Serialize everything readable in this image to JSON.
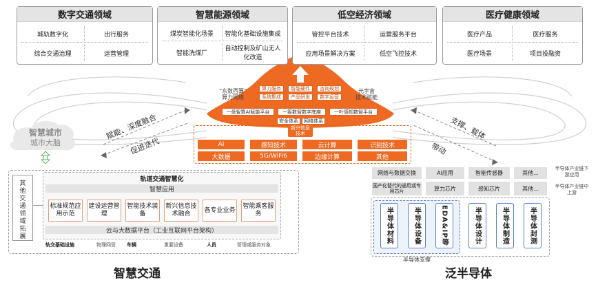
{
  "domains": [
    {
      "title": "数字交通领域",
      "items": [
        "城轨数字化",
        "出行服务",
        "综合交通治理",
        "运营管理"
      ]
    },
    {
      "title": "智慧能源领域",
      "items": [
        "煤炭智能化场景",
        "智能化基础设施集成",
        "智能洗煤厂",
        "自动控制及矿山无人化改造"
      ]
    },
    {
      "title": "低空经济领域",
      "items": [
        "管控平台技术",
        "运营服务平台",
        "应用场景解决方案",
        "低空飞控技术"
      ]
    },
    {
      "title": "医疗健康领域",
      "items": [
        "医疗产品",
        "医疗服务",
        "医疗场景",
        "项目投融资"
      ]
    }
  ],
  "core": {
    "services": [
      "算力服务",
      "智能硬件",
      "咨询规划",
      "系统集成",
      "产品研发",
      "数字运营"
    ],
    "left_side": "“东数西算”\n算力网络",
    "right_side": "元宇宙\n技术赋能",
    "platforms": [
      "一盘智算AI赋能平台",
      "一筹数智数字底座",
      "一叶感知数智平台"
    ],
    "systems": [
      "安全体系",
      "网络体系"
    ],
    "tech_label": "新兴信息\n技术",
    "techs": [
      "AI",
      "感知技术",
      "云计算",
      "识别技术",
      "大数据",
      "5G/WiFi6",
      "边缘计算",
      "其他"
    ]
  },
  "arrows": {
    "empower": "赋能、深度融合",
    "iterate": "促进迭代",
    "support": "支撑、载体",
    "drive": "带动"
  },
  "city_brain": {
    "line1": "智慧城市",
    "line2": "城市大脑"
  },
  "transport": {
    "expand_label": "其他交通领域拓展",
    "heading": "轨道交通智慧化",
    "app_label": "智慧应用",
    "apps": [
      "标准规范应用示范",
      "建设运营管理",
      "智能技术装备",
      "新兴信息技术融合",
      "各专业业务",
      "智能乘客服务"
    ],
    "platform": "云与大数据平台（工业互联网平台架构）",
    "base": [
      "轨交基础设施",
      "物理网管",
      "车辆",
      "重要设备",
      "人员",
      "管理或服务对象"
    ],
    "title": "智慧交通"
  },
  "semi": {
    "row1": [
      "网络与数据交换",
      "AI应用",
      "智能传感器",
      "其他..."
    ],
    "row2": [
      "国产化替代的通用或专用芯片",
      "算力芯片",
      "感知芯片",
      "其他..."
    ],
    "down_note": "半导体产业链下游应用",
    "mid_note": "半导体产业链中上游",
    "chain": [
      "半导体材料",
      "半导体设备",
      "EDA&IP等",
      "半导体设计",
      "半导体制造",
      "半导体封测"
    ],
    "support_label": "半导体支撑",
    "title": "泛半导体"
  }
}
